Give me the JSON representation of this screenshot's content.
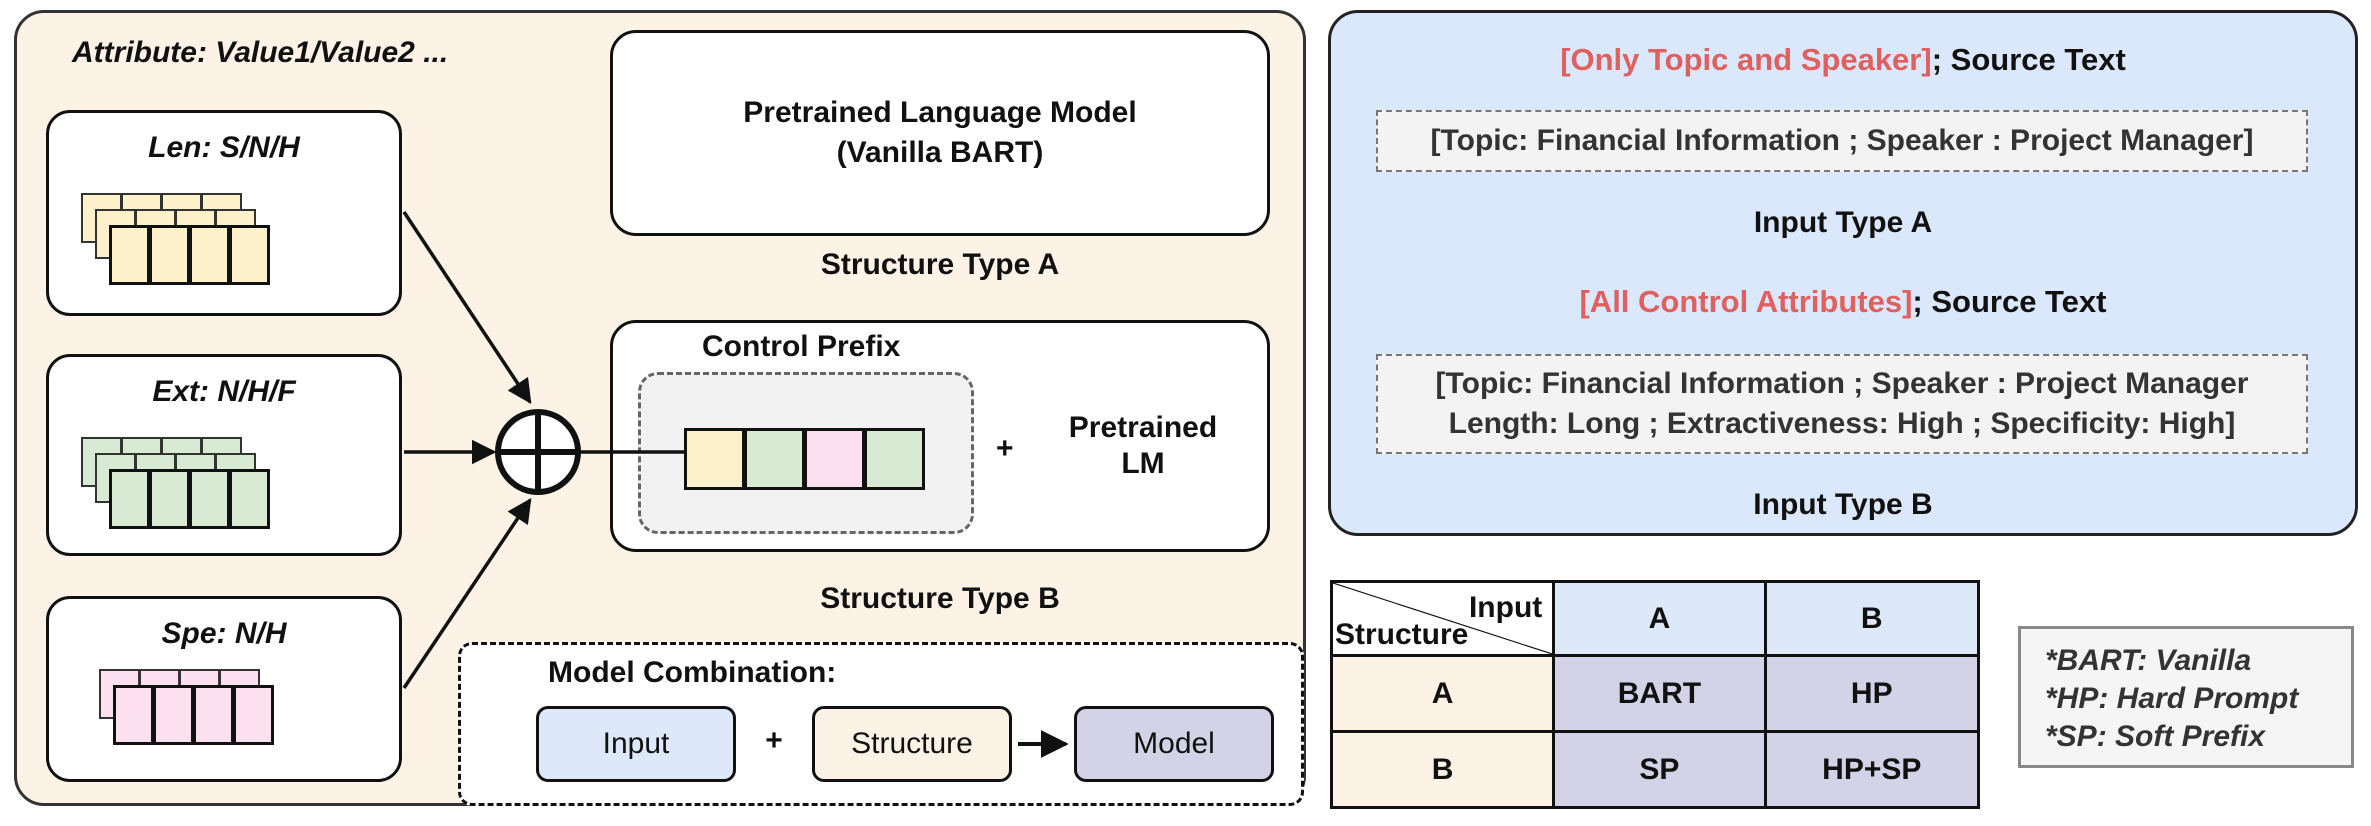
{
  "left": {
    "header": "Attribute: Value1/Value2 ...",
    "attributes": [
      {
        "label": "Len: S/N/H",
        "color": "#fdf1cc"
      },
      {
        "label": "Ext: N/H/F",
        "color": "#d8ead3"
      },
      {
        "label": "Spe: N/H",
        "color": "#fce0f0"
      }
    ],
    "plm_a": {
      "line1": "Pretrained Language Model",
      "line2": "(Vanilla BART)"
    },
    "structure_a": "Structure Type A",
    "control_prefix": "Control Prefix",
    "plus": "+",
    "plm_b": {
      "line1": "Pretrained",
      "line2": "LM"
    },
    "structure_b": "Structure Type B",
    "combination": {
      "title": "Model Combination:",
      "input": "Input",
      "plus": "+",
      "structure": "Structure",
      "model": "Model",
      "colors": {
        "input": "#dde9f8",
        "structure": "#fcf2e6",
        "model": "#d4d2e6"
      }
    }
  },
  "right": {
    "type_a": {
      "heading_red": "[Only Topic and Speaker]",
      "heading_rest": "; Source Text",
      "box": "[Topic: Financial Information ; Speaker : Project Manager]",
      "caption": "Input Type A"
    },
    "type_b": {
      "heading_red": "[All Control Attributes]",
      "heading_rest": "; Source Text",
      "box_line1": "[Topic: Financial Information ; Speaker : Project Manager",
      "box_line2": "Length: Long ; Extractiveness: High ; Specificity: High]",
      "caption": "Input Type B"
    }
  },
  "table": {
    "corner_input": "Input",
    "corner_structure": "Structure",
    "cols": [
      "A",
      "B"
    ],
    "rows": [
      {
        "label": "A",
        "cells": [
          "BART",
          "HP"
        ]
      },
      {
        "label": "B",
        "cells": [
          "SP",
          "HP+SP"
        ]
      }
    ],
    "colors": {
      "header": "#dde9f8",
      "rowlabel": "#fcf2e6",
      "cell": "#d4d2e6"
    }
  },
  "legend": [
    "*BART: Vanilla",
    "*HP: Hard Prompt",
    "*SP: Soft Prefix"
  ]
}
